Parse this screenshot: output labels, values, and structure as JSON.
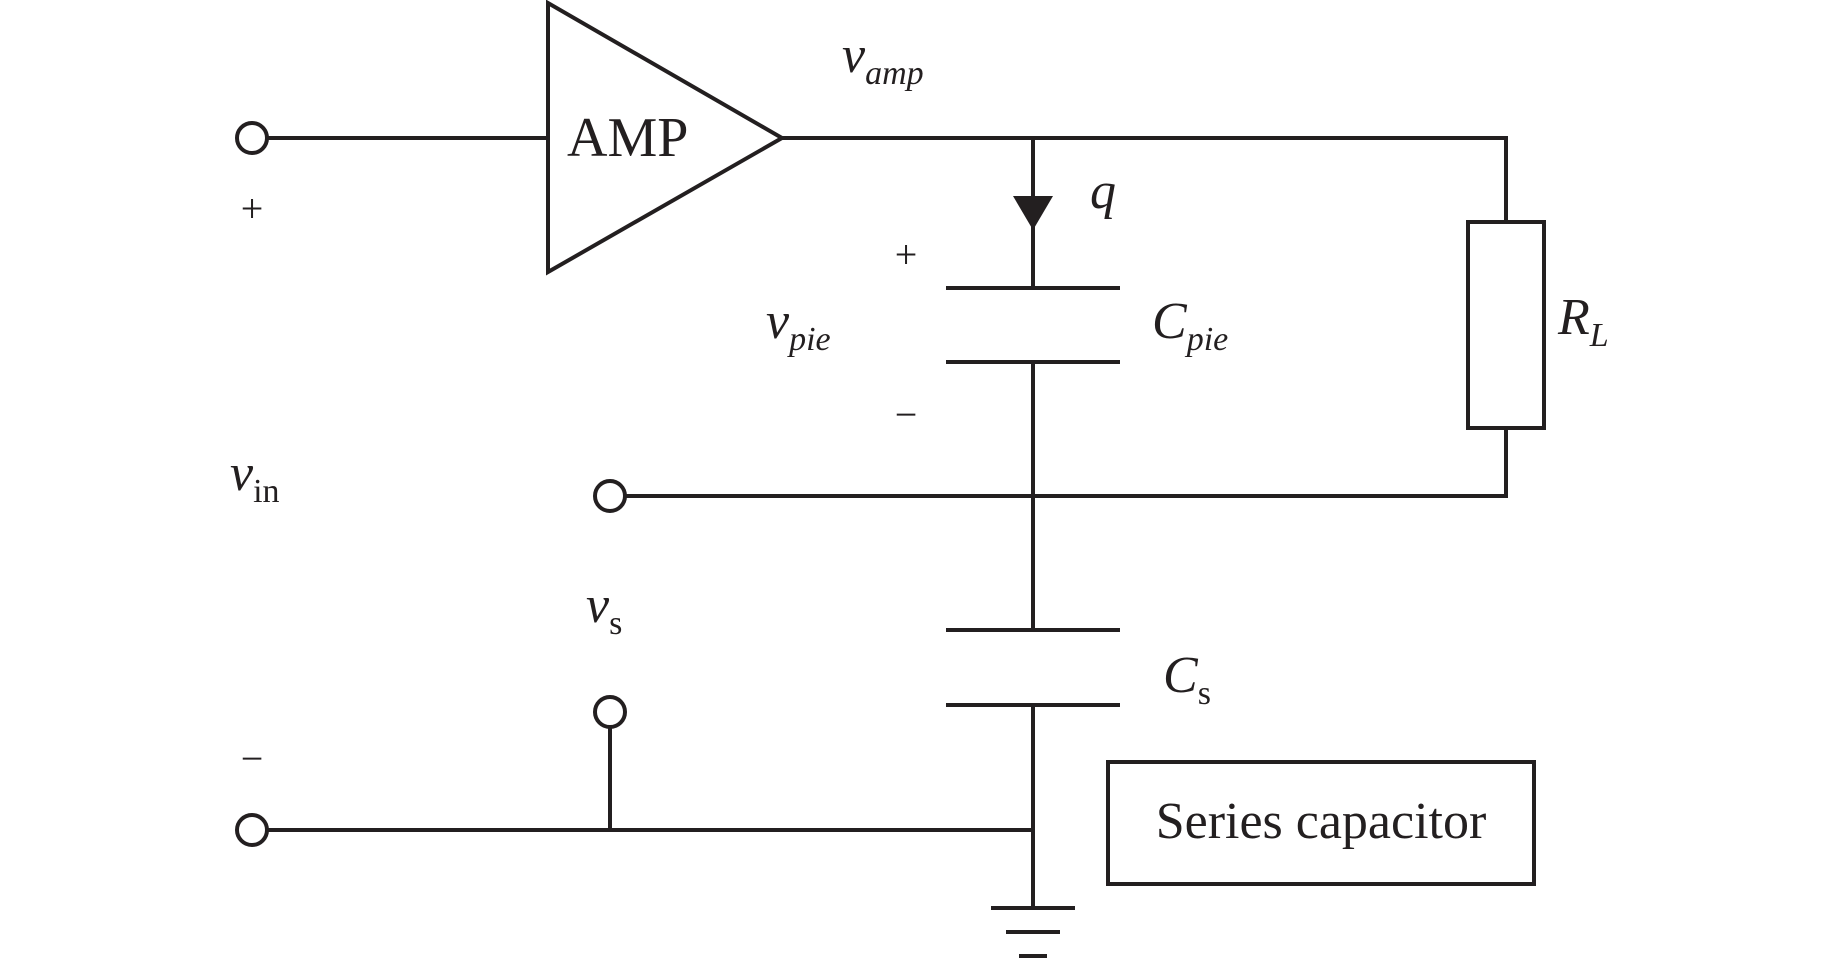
{
  "amplifier": {
    "label": "AMP"
  },
  "labels": {
    "v_amp": {
      "base": "v",
      "sub": "amp"
    },
    "q": "q",
    "v_pie": {
      "base": "v",
      "sub": "pie"
    },
    "c_pie": {
      "base": "C",
      "sub": "pie"
    },
    "r_l": {
      "base": "R",
      "sub": "L"
    },
    "v_in": {
      "base": "v",
      "sub": "in"
    },
    "v_s": {
      "base": "v",
      "sub": "s"
    },
    "c_s": {
      "base": "C",
      "sub": "s"
    }
  },
  "signs": {
    "input_plus": "+",
    "input_minus": "−",
    "cpie_plus": "+",
    "cpie_minus": "−"
  },
  "box": {
    "label": "Series capacitor"
  },
  "colors": {
    "ink": "#231f20",
    "background": "#ffffff"
  }
}
